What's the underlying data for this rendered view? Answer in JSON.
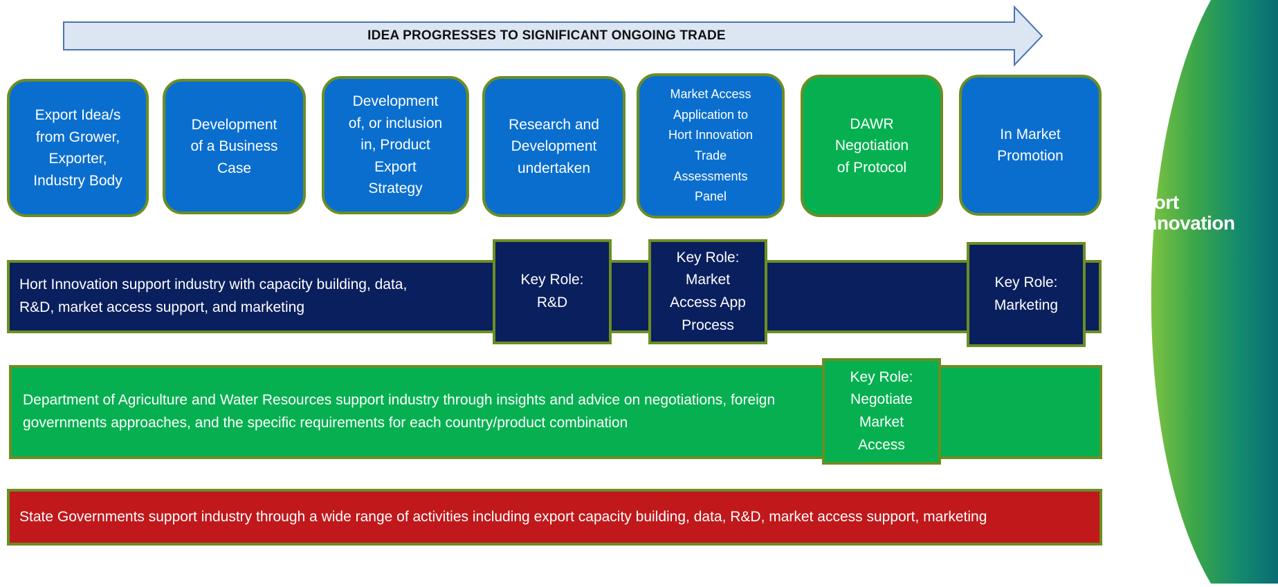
{
  "arrow": {
    "label": "IDEA PROGRESSES TO SIGNIFICANT ONGOING TRADE"
  },
  "steps": [
    {
      "label": "Export Idea/s\nfrom Grower,\nExporter,\nIndustry Body",
      "color": "#0a6ecf"
    },
    {
      "label": "Development\nof a Business\nCase",
      "color": "#0a6ecf"
    },
    {
      "label": "Development\nof, or inclusion\nin, Product\nExport\nStrategy",
      "color": "#0a6ecf"
    },
    {
      "label": "Research and\nDevelopment\nundertaken",
      "color": "#0a6ecf"
    },
    {
      "label": "Market Access\nApplication to\nHort Innovation\nTrade\nAssessments\nPanel",
      "color": "#0a6ecf"
    },
    {
      "label": "DAWR\nNegotiation\nof Protocol",
      "color": "#06b050"
    },
    {
      "label": "In Market\nPromotion",
      "color": "#0a6ecf"
    }
  ],
  "bars": {
    "hort": {
      "text": "Hort Innovation support industry with capacity building, data,\nR&D,  market access support, and marketing"
    },
    "dawr": {
      "text": "Department of Agriculture and Water Resources support industry through insights and advice on negotiations, foreign governments approaches, and the specific requirements for each country/product combination"
    },
    "state": {
      "text": "State Governments support industry through a wide range of activities including export capacity building, data, R&D, market access support, marketing"
    }
  },
  "roles": {
    "rd": "Key Role:\nR&D",
    "market_access": "Key Role:\nMarket\nAccess App\nProcess",
    "marketing": "Key Role:\nMarketing",
    "negotiate": "Key Role:\nNegotiate\nMarket\nAccess"
  },
  "brand": {
    "line1": "Hort",
    "line2": "Innovation"
  },
  "colors": {
    "blue": "#0a6ecf",
    "green": "#06b050",
    "navy": "#0a1f5e",
    "red": "#c0181b",
    "border": "#6b8e23"
  }
}
